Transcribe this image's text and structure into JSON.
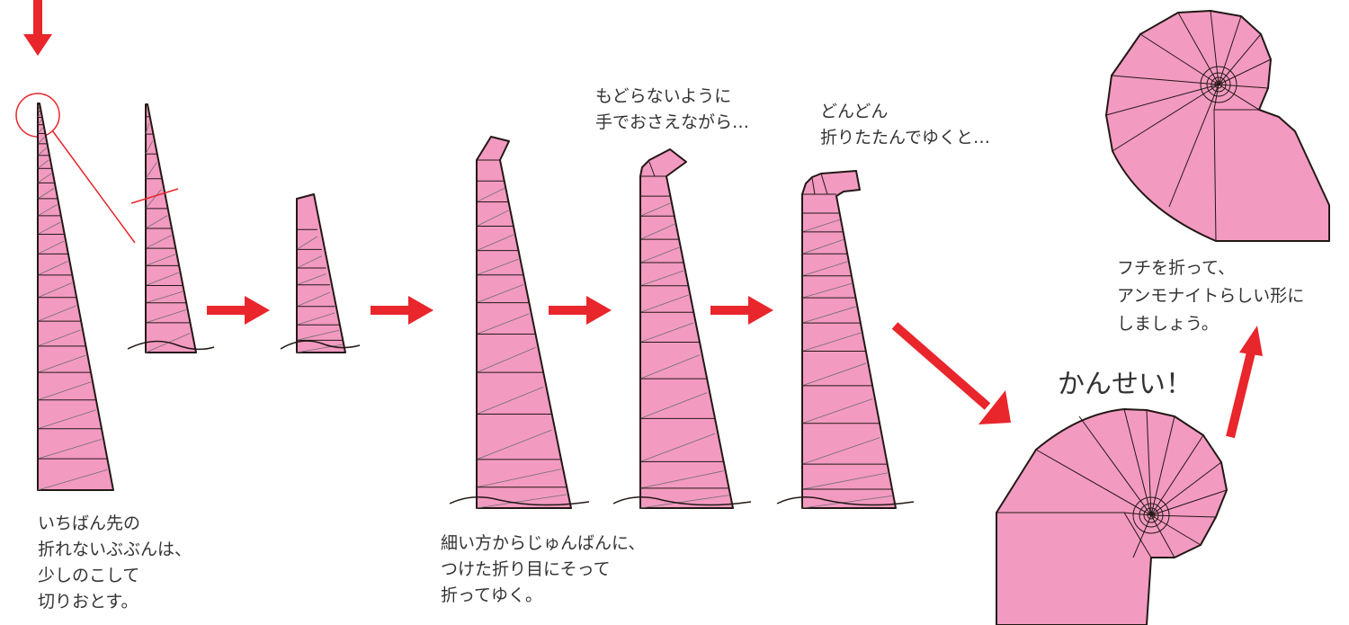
{
  "colors": {
    "paper": "#f39ac1",
    "outline": "#231815",
    "arrow": "#e8262c",
    "text": "#333333"
  },
  "captions": {
    "step1": [
      "いちばん先の",
      "折れないぶぶんは、",
      "少しのこして",
      "切りおとす。"
    ],
    "step2": [
      "細い方からじゅんばんに、",
      "つけた折り目にそって",
      "折ってゆく。"
    ],
    "step3": [
      "もどらないように",
      "手でおさえながら…"
    ],
    "step4": [
      "どんどん",
      "折りたたんでゆくと…"
    ],
    "done": "かんせい！",
    "step5": [
      "フチを折って、",
      "アンモナイトらしい形に",
      "しましょう。"
    ]
  },
  "icons": [
    "arrow-down-icon",
    "arrow-right-icon",
    "arrow-diagonal-icon",
    "arrow-up-icon"
  ]
}
